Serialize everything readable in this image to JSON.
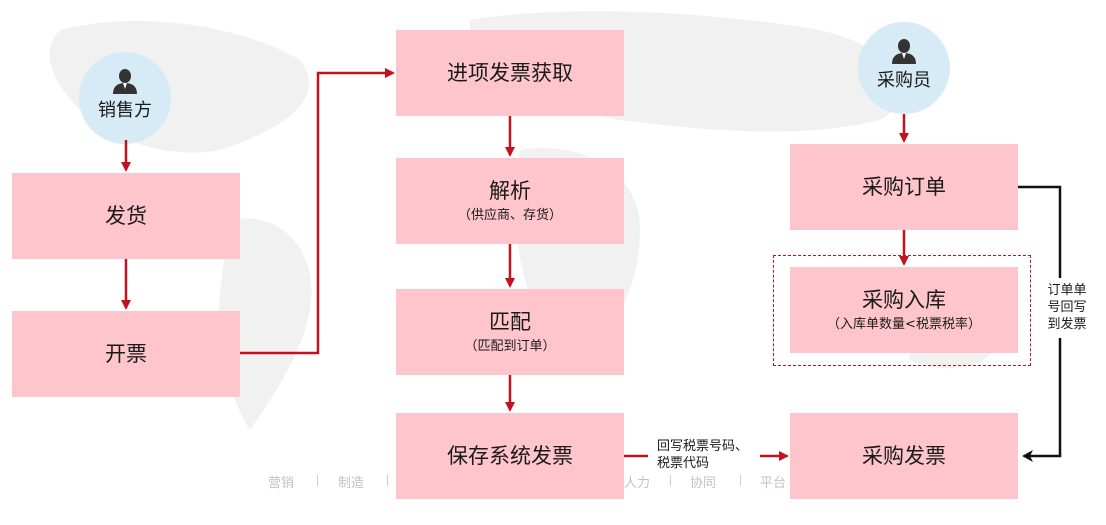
{
  "actors": {
    "seller": "销售方",
    "buyer": "采购员"
  },
  "nodes": {
    "ship": "发货",
    "invoice_issue": "开票",
    "input_invoice": "进项发票获取",
    "parse": {
      "title": "解析",
      "sub": "（供应商、存货）"
    },
    "match": {
      "title": "匹配",
      "sub": "（匹配到订单）"
    },
    "save": "保存系统发票",
    "purchase_order": "采购订单",
    "inbound": {
      "title": "采购入库",
      "sub": "（入库单数量<税票税率）"
    },
    "purchase_invoice": "采购发票"
  },
  "notes": {
    "writeback": "回写税票号码、税票代码",
    "order_back": "订单单号回写到发票"
  },
  "footer": [
    "营销",
    "制造",
    "人力",
    "协同",
    "平台"
  ],
  "colors": {
    "box": "#ffc5cc",
    "arrow_red": "#c3121f",
    "arrow_black": "#111111",
    "actor": "#d6ebf6"
  },
  "icons": {
    "actor": "person-icon"
  }
}
